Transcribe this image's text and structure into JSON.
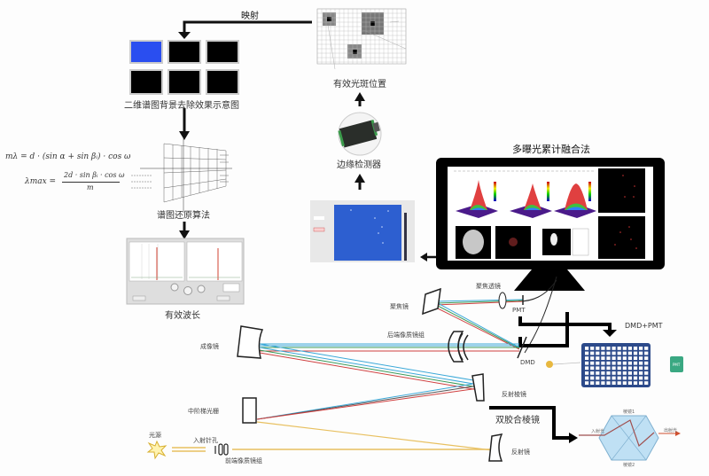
{
  "labels": {
    "mapping": "映射",
    "bg_removal": "二维谱图背景去除效果示意图",
    "valid_spot_position": "有效光斑位置",
    "edge_detector": "边缘检测器",
    "spectrum_restore_algo": "谱图还原算法",
    "valid_wavelength": "有效波长",
    "multi_exposure_fusion": "多曝光累计融合法",
    "focusing_lens": "聚焦透镜",
    "focusing_mirror": "聚焦镜",
    "pmt": "PMT",
    "rear_aberration_group": "后端像质镜组",
    "imaging_mirror": "成像镜",
    "dmd": "DMD",
    "dmd_pmt": "DMD+PMT",
    "reflective_prism": "反射棱镜",
    "echelle_grating": "中阶梯光栅",
    "double_cemented_prism": "双胶合棱镜",
    "light_source": "光源",
    "entrance_pinhole": "入射针孔",
    "front_aberration_group": "前端像质镜组",
    "reflector": "反射镜",
    "prism1": "棱镜1",
    "prism2": "棱镜2",
    "incident_light": "入射光",
    "outgoing_light": "出射光",
    "pmt_module": "PMT"
  },
  "formulas": {
    "grating_eq": "mλ = d · (sin α + sin βᵢ) · cos ω",
    "lambda_max_lhs": "λmax =",
    "lambda_max_num": "2d · sin βᵢ · cos ω",
    "lambda_max_den": "m"
  },
  "colors": {
    "blue_beam": "#3aa8d8",
    "red_beam": "#d04040",
    "green_beam": "#3a9a5a",
    "yellow_beam": "#e8c060",
    "dmd_grid": "#2c4a8a",
    "pmt_green": "#3aa882",
    "prism_fill": "#bfe0f4",
    "screen_blue": "#2d5fd0"
  }
}
